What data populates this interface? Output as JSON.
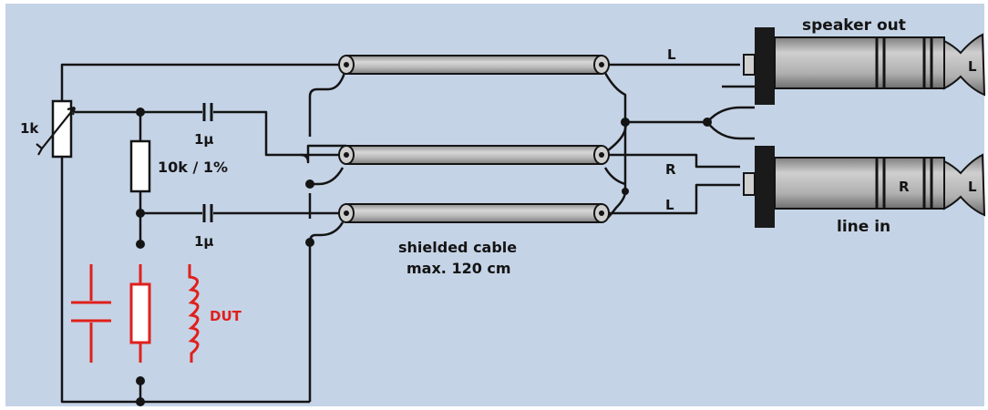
{
  "labels": {
    "pot": "1k",
    "cap_top": "1µ",
    "cap_bottom": "1µ",
    "resistor": "10k / 1%",
    "dut": "DUT",
    "cable_line1": "shielded cable",
    "cable_line2": "max. 120 cm",
    "wire_top_l": "L",
    "wire_mid_r": "R",
    "wire_bot_l": "L",
    "speaker_out": "speaker out",
    "line_in": "line in",
    "jack_top_l": "L",
    "jack_bot_r": "R",
    "jack_bot_l": "L"
  },
  "colors": {
    "background": "#c5d3e6",
    "wire": "#141414",
    "dut": "#e0201c",
    "cable_fill": "#b5b5b5",
    "jack_fill": "#a8a8a8",
    "jack_body": "#1a1a1a"
  }
}
